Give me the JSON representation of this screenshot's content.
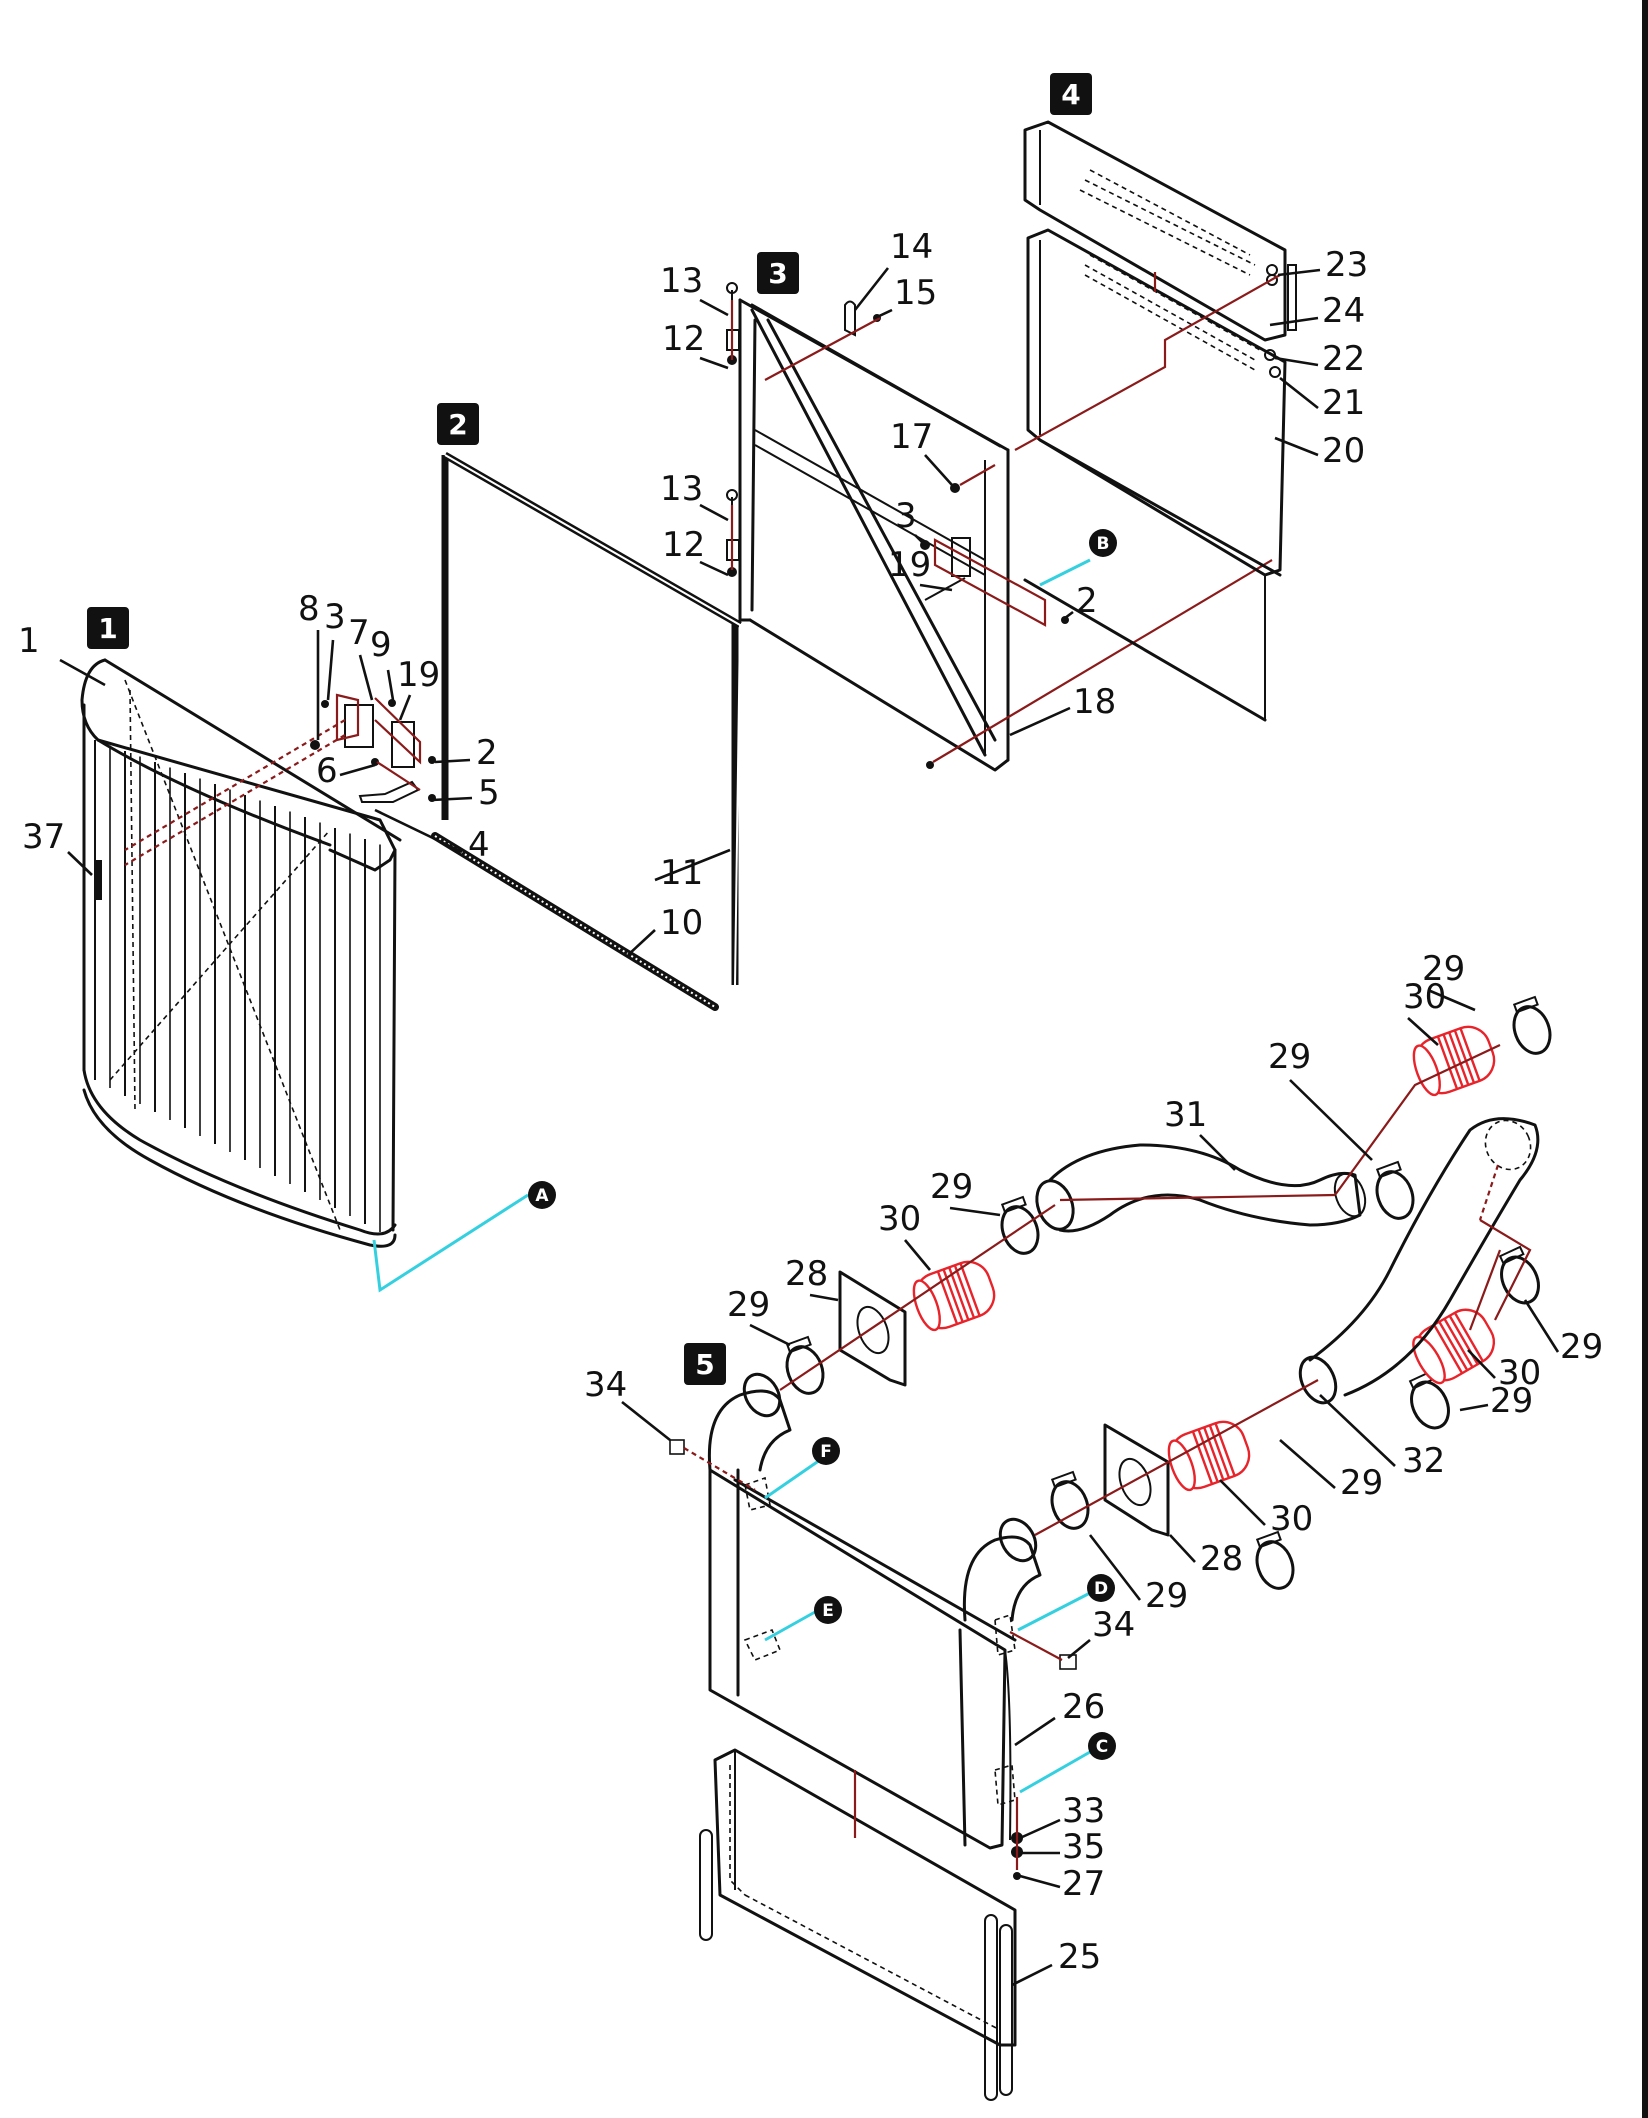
{
  "diagram": {
    "type": "exploded-parts-diagram",
    "colors": {
      "line": "#111111",
      "assembly_line": "#8b1a1a",
      "reference_line": "#35d0e0",
      "highlight_part": "#e8232a",
      "badge_fill": "#111111",
      "badge_text": "#ffffff"
    },
    "assembly_badges": [
      {
        "id": "1",
        "label": "1"
      },
      {
        "id": "2",
        "label": "2"
      },
      {
        "id": "3",
        "label": "3"
      },
      {
        "id": "4",
        "label": "4"
      },
      {
        "id": "5",
        "label": "5"
      }
    ],
    "reference_markers": [
      {
        "id": "A",
        "label": "A"
      },
      {
        "id": "B",
        "label": "B"
      },
      {
        "id": "C",
        "label": "C"
      },
      {
        "id": "D",
        "label": "D"
      },
      {
        "id": "E",
        "label": "E"
      },
      {
        "id": "F",
        "label": "F"
      }
    ],
    "callouts": [
      {
        "id": "c1",
        "label": "1"
      },
      {
        "id": "c37",
        "label": "37"
      },
      {
        "id": "c8",
        "label": "8"
      },
      {
        "id": "c3a",
        "label": "3"
      },
      {
        "id": "c7",
        "label": "7"
      },
      {
        "id": "c9",
        "label": "9"
      },
      {
        "id": "c19a",
        "label": "19"
      },
      {
        "id": "c2a",
        "label": "2"
      },
      {
        "id": "c6",
        "label": "6"
      },
      {
        "id": "c5",
        "label": "5"
      },
      {
        "id": "c4",
        "label": "4"
      },
      {
        "id": "c11",
        "label": "11"
      },
      {
        "id": "c10",
        "label": "10"
      },
      {
        "id": "c13a",
        "label": "13"
      },
      {
        "id": "c12a",
        "label": "12"
      },
      {
        "id": "c13b",
        "label": "13"
      },
      {
        "id": "c12b",
        "label": "12"
      },
      {
        "id": "c14",
        "label": "14"
      },
      {
        "id": "c15",
        "label": "15"
      },
      {
        "id": "c17",
        "label": "17"
      },
      {
        "id": "c3b",
        "label": "3"
      },
      {
        "id": "c19b",
        "label": "19"
      },
      {
        "id": "c2b",
        "label": "2"
      },
      {
        "id": "c18",
        "label": "18"
      },
      {
        "id": "c23",
        "label": "23"
      },
      {
        "id": "c24",
        "label": "24"
      },
      {
        "id": "c22",
        "label": "22"
      },
      {
        "id": "c21",
        "label": "21"
      },
      {
        "id": "c20",
        "label": "20"
      },
      {
        "id": "c29a",
        "label": "29"
      },
      {
        "id": "c30a",
        "label": "30"
      },
      {
        "id": "c29b",
        "label": "29"
      },
      {
        "id": "c31",
        "label": "31"
      },
      {
        "id": "c29c",
        "label": "29"
      },
      {
        "id": "c30b",
        "label": "30"
      },
      {
        "id": "c28a",
        "label": "28"
      },
      {
        "id": "c29d",
        "label": "29"
      },
      {
        "id": "c34a",
        "label": "34"
      },
      {
        "id": "c29e",
        "label": "29"
      },
      {
        "id": "c30c",
        "label": "30"
      },
      {
        "id": "c29f",
        "label": "29"
      },
      {
        "id": "c30d",
        "label": "30"
      },
      {
        "id": "c29g",
        "label": "29"
      },
      {
        "id": "c32",
        "label": "32"
      },
      {
        "id": "c29h",
        "label": "29"
      },
      {
        "id": "c28b",
        "label": "28"
      },
      {
        "id": "c34b",
        "label": "34"
      },
      {
        "id": "c26",
        "label": "26"
      },
      {
        "id": "c33",
        "label": "33"
      },
      {
        "id": "c35",
        "label": "35"
      },
      {
        "id": "c27",
        "label": "27"
      },
      {
        "id": "c25",
        "label": "25"
      }
    ]
  }
}
